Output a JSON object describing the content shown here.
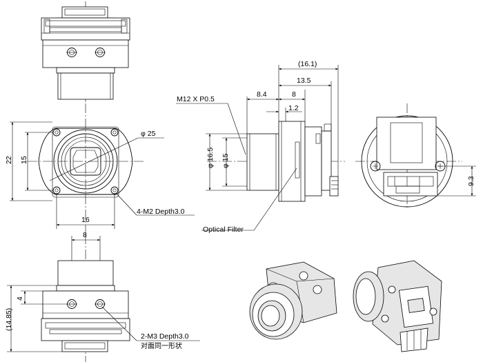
{
  "dimensions": {
    "top_overall": "(16.1)",
    "top_13_5": "13.5",
    "top_8_4": "8.4",
    "top_8": "8",
    "top_1_2": "1.2",
    "thread": "M12 X P0.5",
    "phi25": "φ 25",
    "h22": "22",
    "h15": "15",
    "w16": "16",
    "holes_front": "4-M2 Depth3.0",
    "phi16_5": "φ 16.5",
    "phi15": "φ 15",
    "optical_filter": "Optical Filter",
    "rear_9_3": "9.3",
    "bottom_8": "8",
    "bottom_4": "4",
    "bottom_14_85": "(14.85)",
    "holes_bottom": "2-M3 Depth3.0",
    "holes_bottom_note": "对面同一形状"
  }
}
